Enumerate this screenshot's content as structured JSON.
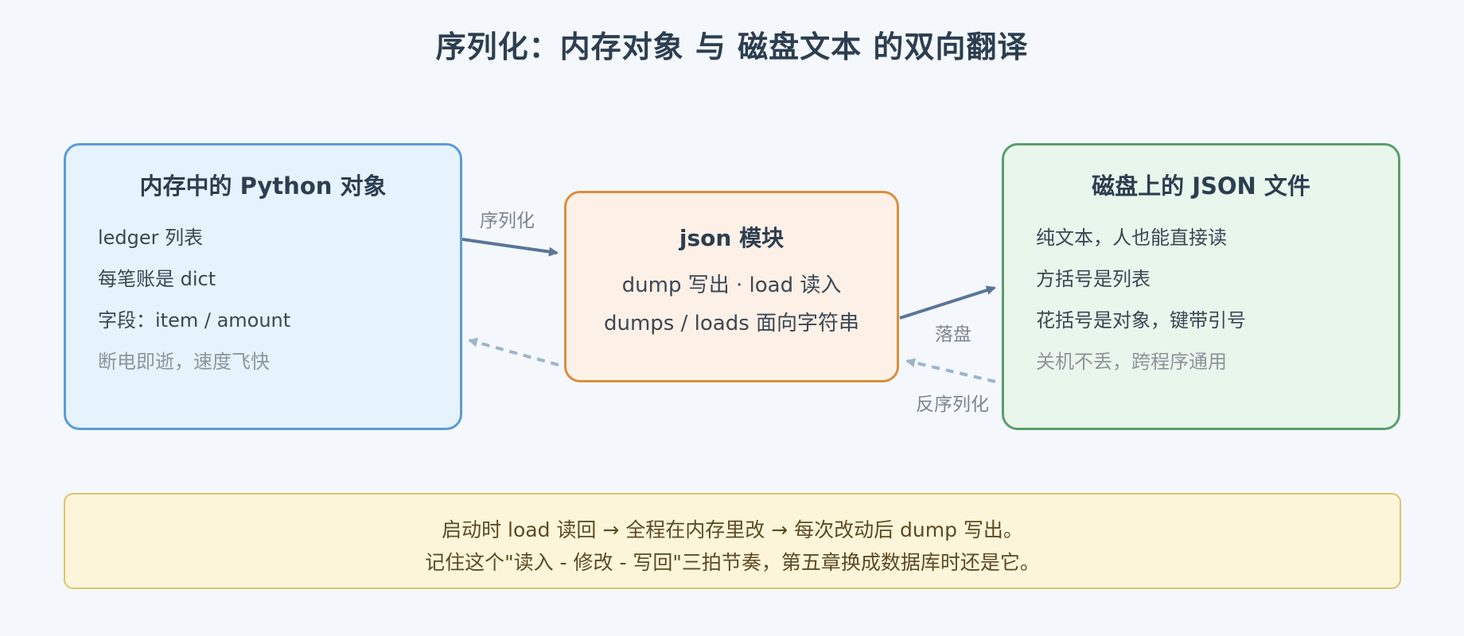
{
  "title": "序列化：内存对象 与 磁盘文本 的双向翻译",
  "memory_box": {
    "title": "内存中的 Python 对象",
    "items": [
      "ledger 列表",
      "每笔账是 dict",
      "字段：item / amount",
      "断电即逝，速度飞快"
    ]
  },
  "json_box": {
    "title": "json 模块",
    "lines": [
      "dump 写出 · load 读入",
      "dumps / loads 面向字符串"
    ]
  },
  "disk_box": {
    "title": "磁盘上的 JSON 文件",
    "items": [
      "纯文本，人也能直接读",
      "方括号是列表",
      "花括号是对象，键带引号",
      "关机不丢，跨程序通用"
    ]
  },
  "flow_labels": {
    "serialize": "序列化",
    "to_disk": "落盘",
    "deserialize": "反序列化"
  },
  "note": {
    "lines": [
      "启动时 load 读回 → 全程在内存里改 → 每次改动后 dump 写出。",
      "记住这个\"读入 - 修改 - 写回\"三拍节奏，第五章换成数据库时还是它。"
    ]
  },
  "colors": {
    "memory_border": "#5b9bd5",
    "json_border": "#d88f3e",
    "disk_border": "#5a9e6a",
    "arrow_solid": "#5a7598",
    "arrow_dashed": "#9db4cc"
  }
}
